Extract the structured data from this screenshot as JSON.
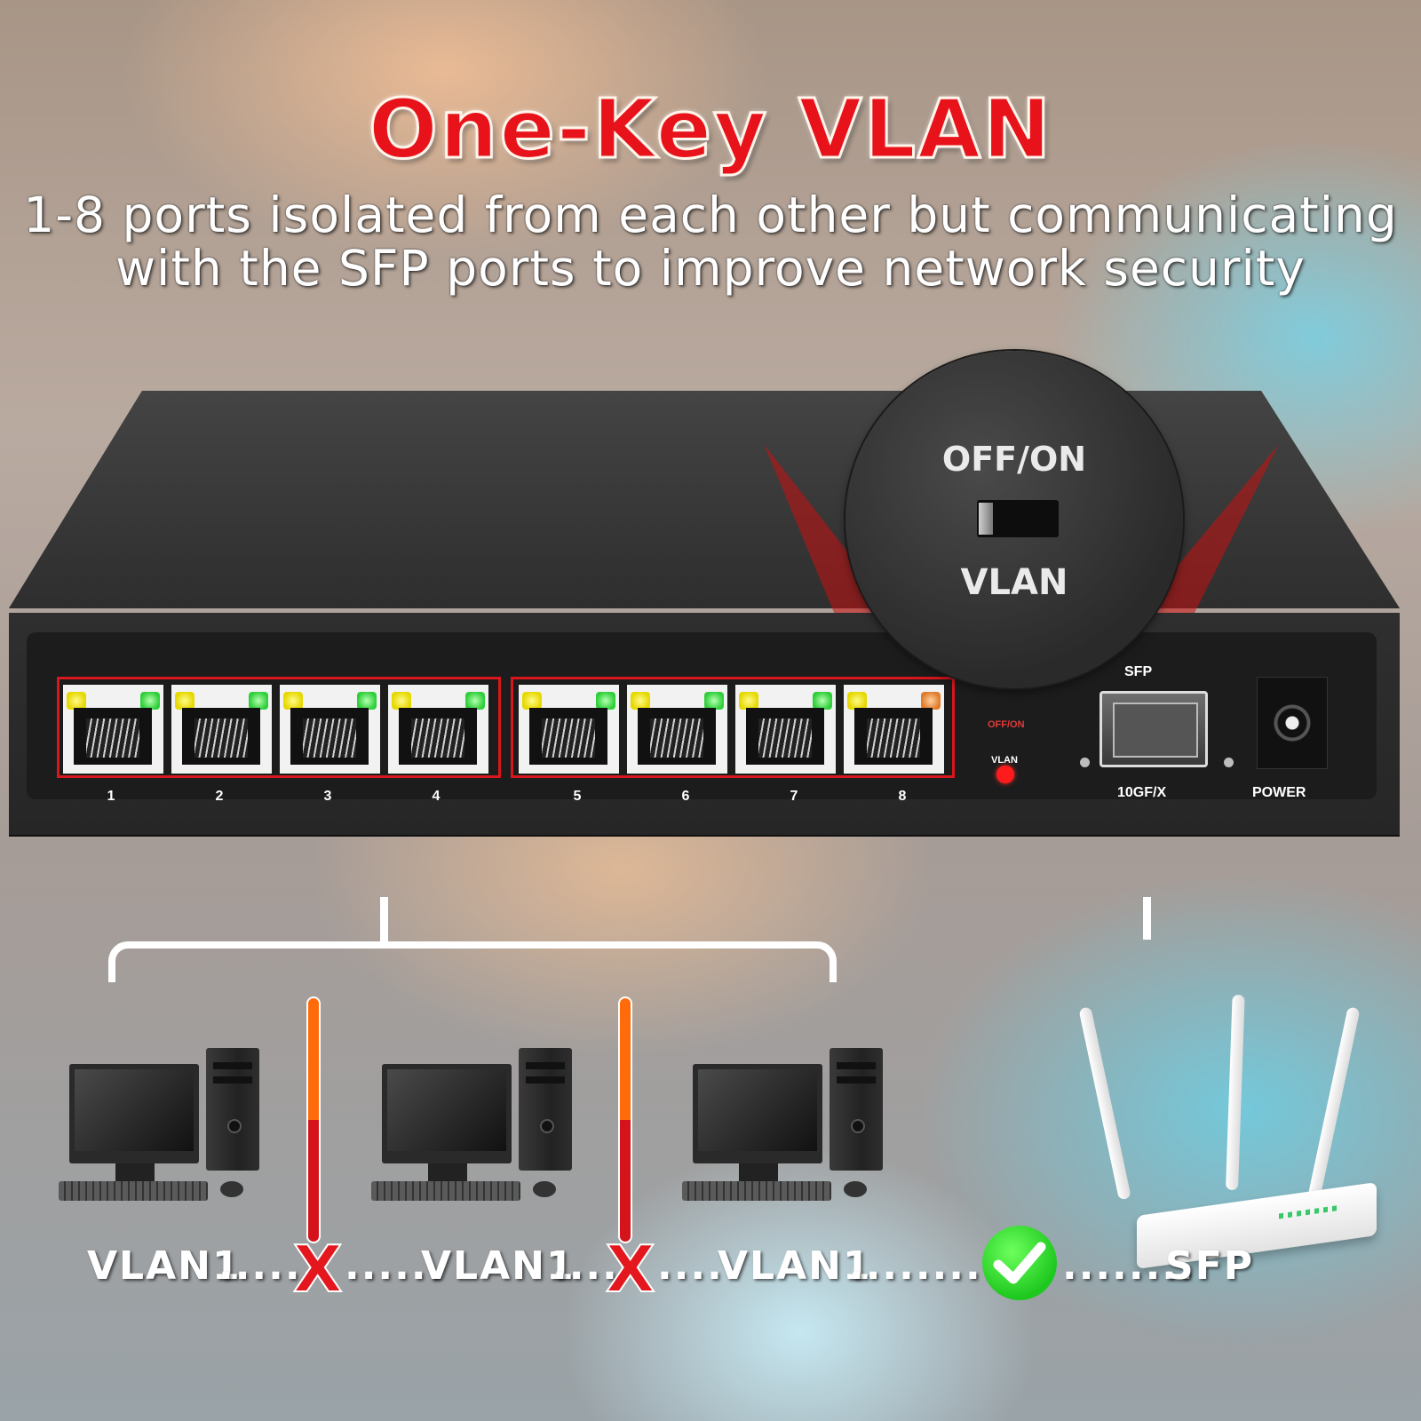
{
  "headline": "One-Key VLAN",
  "subtitle": {
    "line1": "1-8 ports isolated from each other but communicating",
    "line2": "with the SFP ports to improve network security"
  },
  "switch": {
    "ports": [
      "1",
      "2",
      "3",
      "4",
      "5",
      "6",
      "7",
      "8"
    ],
    "vlan_small_label_top": "OFF/ON",
    "vlan_small_label_bottom": "VLAN",
    "sfp_label": "SFP",
    "sfp_port_label": "10GF/X",
    "power_label": "POWER"
  },
  "zoom": {
    "label_top": "OFF/ON",
    "label_bottom": "VLAN"
  },
  "diagram": {
    "vlan_labels": [
      "VLAN1",
      "VLAN1",
      "VLAN1"
    ],
    "sfp_label": "SFP",
    "dots_1": "......",
    "dots_2": "......",
    "dots_3": "....",
    "dots_4": "....",
    "dots_5": ".........",
    "dots_6": "........",
    "blocked_mark": "X",
    "connections": [
      "blocked",
      "blocked",
      "allowed"
    ]
  },
  "colors": {
    "accent_red": "#e8121a",
    "bar_orange": "#ff6a0a",
    "check_green": "#1ec81e"
  },
  "icons": [
    "computer-icon",
    "router-icon",
    "x-mark-icon",
    "check-icon",
    "toggle-switch-icon"
  ]
}
